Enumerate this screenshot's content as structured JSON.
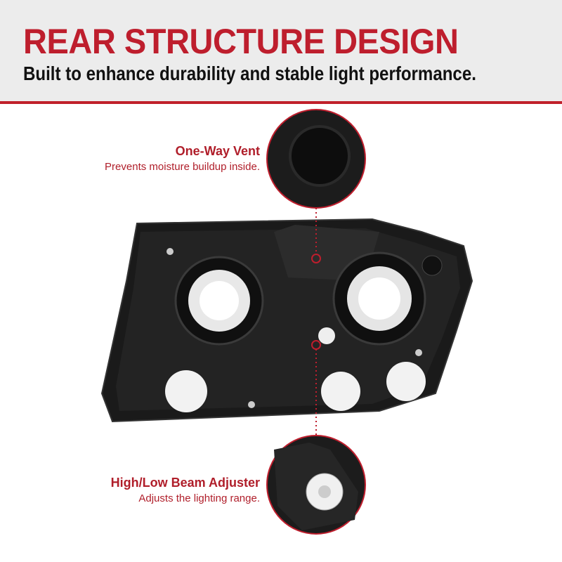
{
  "header": {
    "title": "REAR STRUCTURE DESIGN",
    "subtitle": "Built to enhance durability and stable light performance."
  },
  "callouts": [
    {
      "title": "One-Way Vent",
      "description": "Prevents moisture buildup inside."
    },
    {
      "title": "High/Low Beam Adjuster",
      "description": "Adjusts the lighting range."
    }
  ],
  "colors": {
    "accent": "#be1e2d",
    "header_bg": "#ececec"
  }
}
